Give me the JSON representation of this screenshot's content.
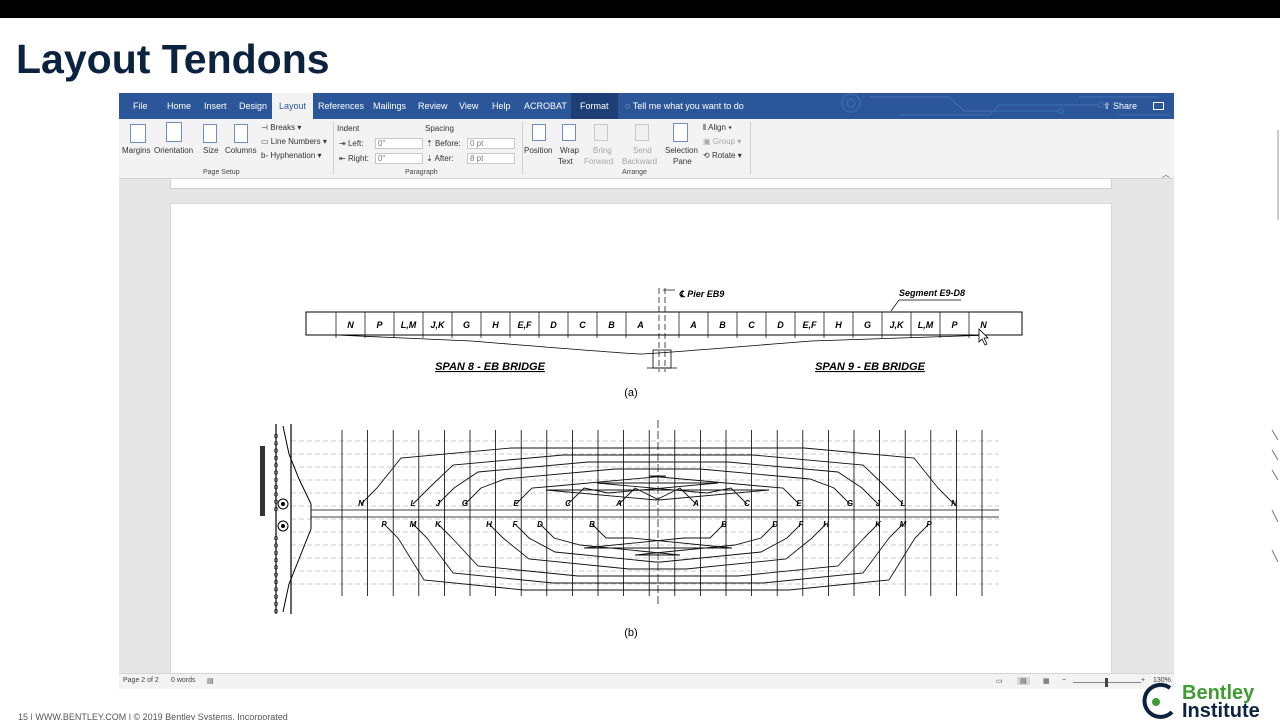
{
  "slide": {
    "title": "Layout Tendons"
  },
  "ribbon_tabs": {
    "file": "File",
    "home": "Home",
    "insert": "Insert",
    "design": "Design",
    "layout": "Layout",
    "references": "References",
    "mailings": "Mailings",
    "review": "Review",
    "view": "View",
    "help": "Help",
    "acrobat": "ACROBAT",
    "format": "Format",
    "tell_me": "Tell me what you want to do",
    "share": "Share"
  },
  "page_setup": {
    "margins": "Margins",
    "orientation": "Orientation",
    "size": "Size",
    "columns": "Columns",
    "breaks": "Breaks",
    "line_numbers": "Line Numbers",
    "hyphenation": "Hyphenation",
    "group_label": "Page Setup"
  },
  "paragraph": {
    "indent_label": "Indent",
    "spacing_label": "Spacing",
    "left_label": "Left:",
    "left_value": "0\"",
    "right_label": "Right:",
    "right_value": "0\"",
    "before_label": "Before:",
    "before_value": "0 pt",
    "after_label": "After:",
    "after_value": "8 pt",
    "group_label": "Paragraph"
  },
  "arrange": {
    "position": "Position",
    "wrap_text_1": "Wrap",
    "wrap_text_2": "Text",
    "bring_forward_1": "Bring",
    "bring_forward_2": "Forward",
    "send_backward_1": "Send",
    "send_backward_2": "Backward",
    "selection_pane_1": "Selection",
    "selection_pane_2": "Pane",
    "align": "Align",
    "group": "Group",
    "rotate": "Rotate",
    "group_label": "Arrange"
  },
  "figure_a": {
    "pier_label": "Pier EB9",
    "segment_label": "Segment E9-D8",
    "span8": "SPAN 8 - EB BRIDGE",
    "span9": "SPAN 9 - EB BRIDGE",
    "caption": "(a)",
    "segments_left": [
      "N",
      "P",
      "L,M",
      "J,K",
      "G",
      "H",
      "E,F",
      "D",
      "C",
      "B",
      "A"
    ],
    "segments_right": [
      "A",
      "B",
      "C",
      "D",
      "E,F",
      "H",
      "G",
      "J,K",
      "L,M",
      "P",
      "N"
    ]
  },
  "figure_b": {
    "caption": "(b)",
    "top_left": [
      "N",
      "L",
      "J",
      "G",
      "E",
      "C",
      "A"
    ],
    "top_right": [
      "A",
      "C",
      "E",
      "G",
      "J",
      "L",
      "N"
    ],
    "bottom_left": [
      "P",
      "M",
      "K",
      "H",
      "F",
      "D",
      "B"
    ],
    "bottom_right": [
      "B",
      "D",
      "F",
      "H",
      "K",
      "M",
      "P"
    ]
  },
  "status": {
    "page": "Page 2 of 2",
    "words": "0 words",
    "zoom": "130%"
  },
  "footer": {
    "text": "15  |  WWW.BENTLEY.COM  |  © 2019 Bentley Systems, Incorporated"
  },
  "logo": {
    "line1": "Bentley",
    "line2": "Institute"
  },
  "colors": {
    "ribbon_blue": "#2b579a",
    "title_navy": "#0c2340",
    "bentley_green": "#3f9c35"
  }
}
